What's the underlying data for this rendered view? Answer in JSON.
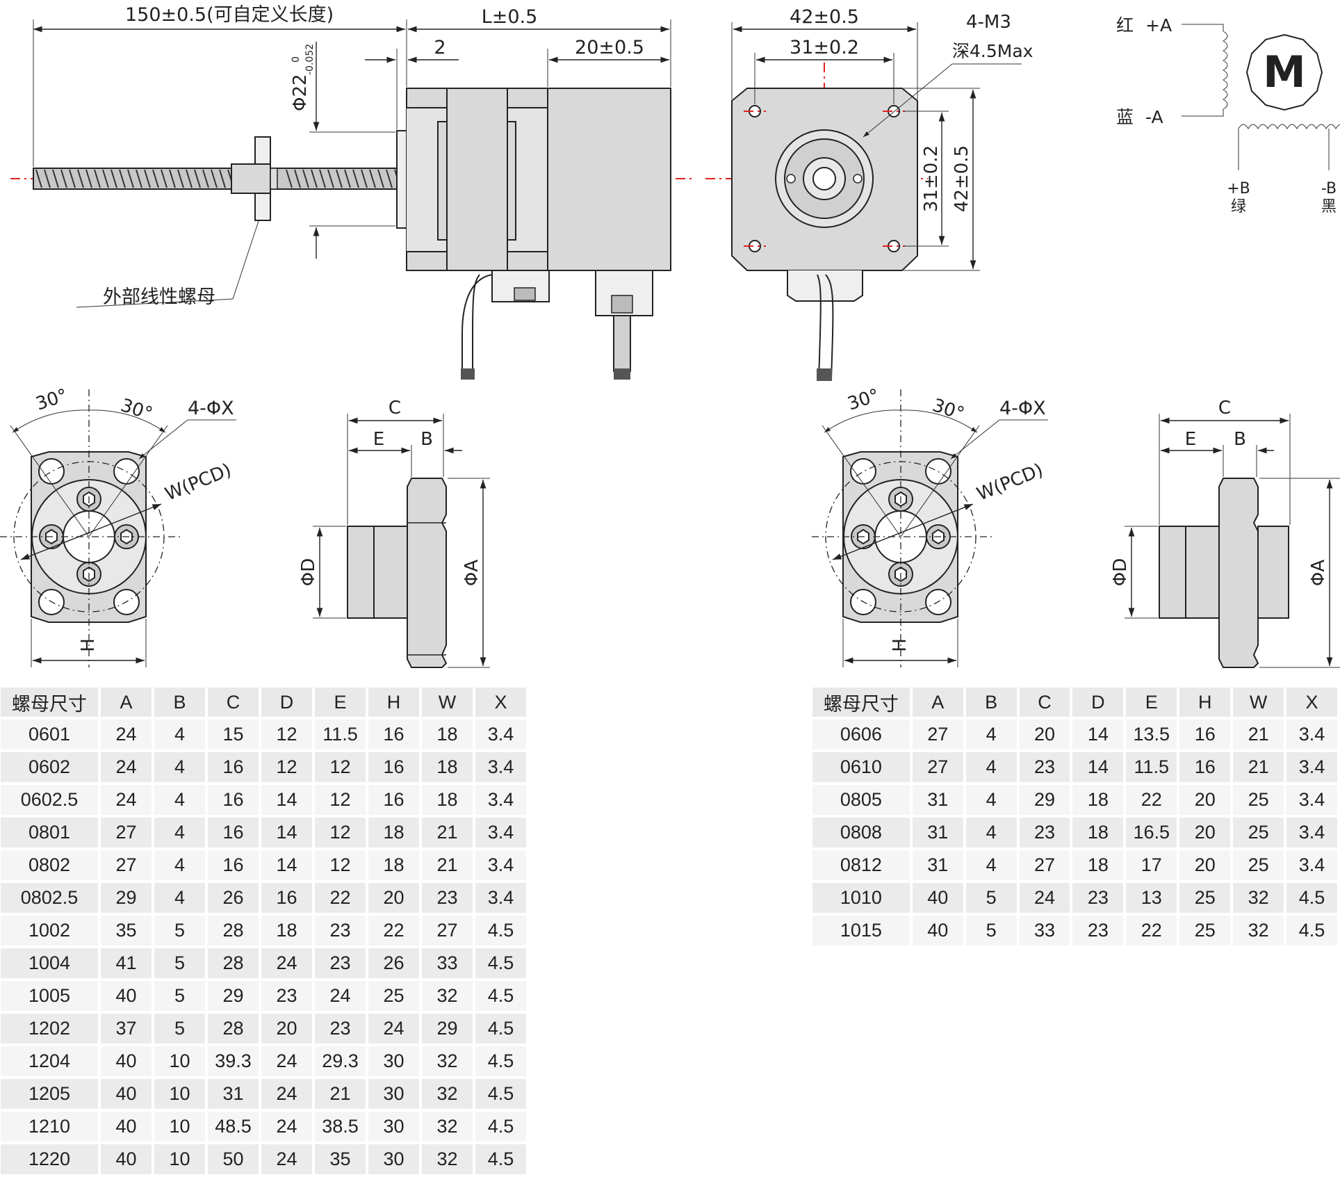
{
  "side_view": {
    "dim_length": "150±0.5(可自定义长度)",
    "dim_body": "L±0.5",
    "dim_flange": "2",
    "dim_rear": "20±0.5",
    "dim_boss": "Φ22",
    "dim_boss_tol_top": "0",
    "dim_boss_tol_bot": "-0.052",
    "nut_label": "外部线性螺母"
  },
  "front_view": {
    "dim_width": "42±0.5",
    "dim_hole_spacing": "31±0.2",
    "dim_thread": "4-M3",
    "dim_thread_depth": "深4.5Max",
    "dim_v_spacing": "31±0.2",
    "dim_v_width": "42±0.5"
  },
  "wiring": {
    "red_label": "红",
    "red_pin": "+A",
    "blue_label": "蓝",
    "blue_pin": "-A",
    "motor_symbol": "M",
    "green_pin": "+B",
    "green_label": "绿",
    "black_pin": "-B",
    "black_label": "黑"
  },
  "nut_diagram": {
    "angle1": "30°",
    "angle2": "30°",
    "holes": "4-ΦX",
    "pcd": "W(PCD)",
    "dim_h": "H",
    "dim_c": "C",
    "dim_e": "E",
    "dim_b": "B",
    "dim_d": "ΦD",
    "dim_a": "ΦA"
  },
  "table_headers": [
    "螺母尺寸",
    "A",
    "B",
    "C",
    "D",
    "E",
    "H",
    "W",
    "X"
  ],
  "table_left": [
    [
      "0601",
      "24",
      "4",
      "15",
      "12",
      "11.5",
      "16",
      "18",
      "3.4"
    ],
    [
      "0602",
      "24",
      "4",
      "16",
      "12",
      "12",
      "16",
      "18",
      "3.4"
    ],
    [
      "0602.5",
      "24",
      "4",
      "16",
      "14",
      "12",
      "16",
      "18",
      "3.4"
    ],
    [
      "0801",
      "27",
      "4",
      "16",
      "14",
      "12",
      "18",
      "21",
      "3.4"
    ],
    [
      "0802",
      "27",
      "4",
      "16",
      "14",
      "12",
      "18",
      "21",
      "3.4"
    ],
    [
      "0802.5",
      "29",
      "4",
      "26",
      "16",
      "22",
      "20",
      "23",
      "3.4"
    ],
    [
      "1002",
      "35",
      "5",
      "28",
      "18",
      "23",
      "22",
      "27",
      "4.5"
    ],
    [
      "1004",
      "41",
      "5",
      "28",
      "24",
      "23",
      "26",
      "33",
      "4.5"
    ],
    [
      "1005",
      "40",
      "5",
      "29",
      "23",
      "24",
      "25",
      "32",
      "4.5"
    ],
    [
      "1202",
      "37",
      "5",
      "28",
      "20",
      "23",
      "24",
      "29",
      "4.5"
    ],
    [
      "1204",
      "40",
      "10",
      "39.3",
      "24",
      "29.3",
      "30",
      "32",
      "4.5"
    ],
    [
      "1205",
      "40",
      "10",
      "31",
      "24",
      "21",
      "30",
      "32",
      "4.5"
    ],
    [
      "1210",
      "40",
      "10",
      "48.5",
      "24",
      "38.5",
      "30",
      "32",
      "4.5"
    ],
    [
      "1220",
      "40",
      "10",
      "50",
      "24",
      "35",
      "30",
      "32",
      "4.5"
    ]
  ],
  "table_right": [
    [
      "0606",
      "27",
      "4",
      "20",
      "14",
      "13.5",
      "16",
      "21",
      "3.4"
    ],
    [
      "0610",
      "27",
      "4",
      "23",
      "14",
      "11.5",
      "16",
      "21",
      "3.4"
    ],
    [
      "0805",
      "31",
      "4",
      "29",
      "18",
      "22",
      "20",
      "25",
      "3.4"
    ],
    [
      "0808",
      "31",
      "4",
      "23",
      "18",
      "16.5",
      "20",
      "25",
      "3.4"
    ],
    [
      "0812",
      "31",
      "4",
      "27",
      "18",
      "17",
      "20",
      "25",
      "3.4"
    ],
    [
      "1010",
      "40",
      "5",
      "24",
      "23",
      "13",
      "25",
      "32",
      "4.5"
    ],
    [
      "1015",
      "40",
      "5",
      "33",
      "23",
      "22",
      "25",
      "32",
      "4.5"
    ]
  ]
}
